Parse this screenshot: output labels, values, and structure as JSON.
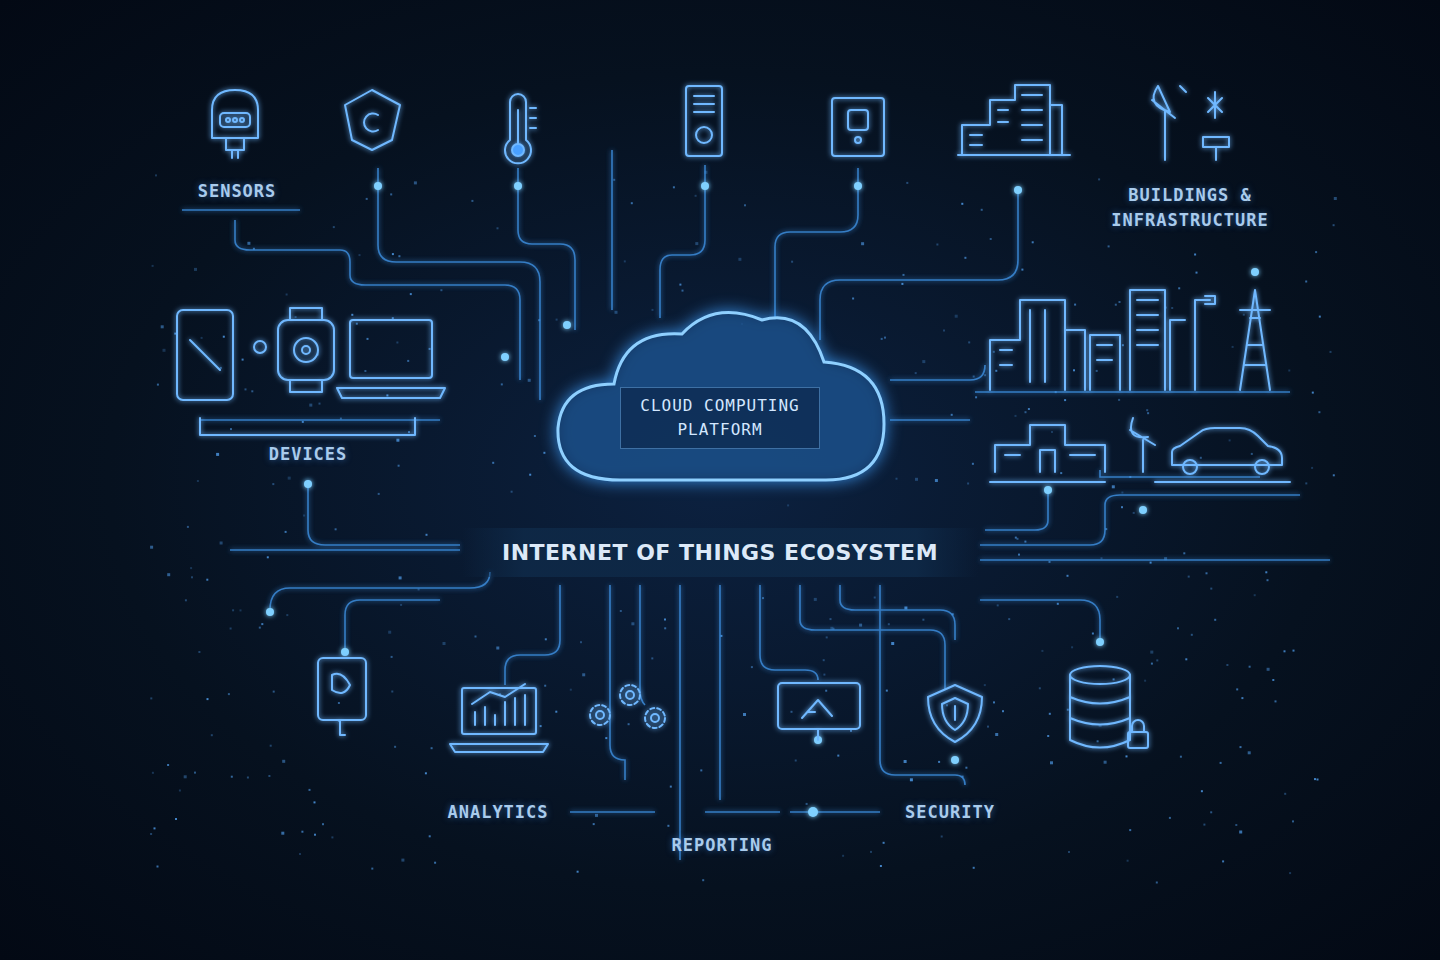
{
  "diagram": {
    "title": "INTERNET OF THINGS ECOSYSTEM",
    "nodes": [
      {
        "text": [
          "CLOUD COMPUTING PLATFORM"
        ]
      }
    ],
    "labels": [
      "SENSORS",
      "BUILDINGS & INFRASTRUCTURE",
      "DEVICES",
      "ANALYTICS",
      "REPORTING",
      "SECURITY"
    ]
  }
}
